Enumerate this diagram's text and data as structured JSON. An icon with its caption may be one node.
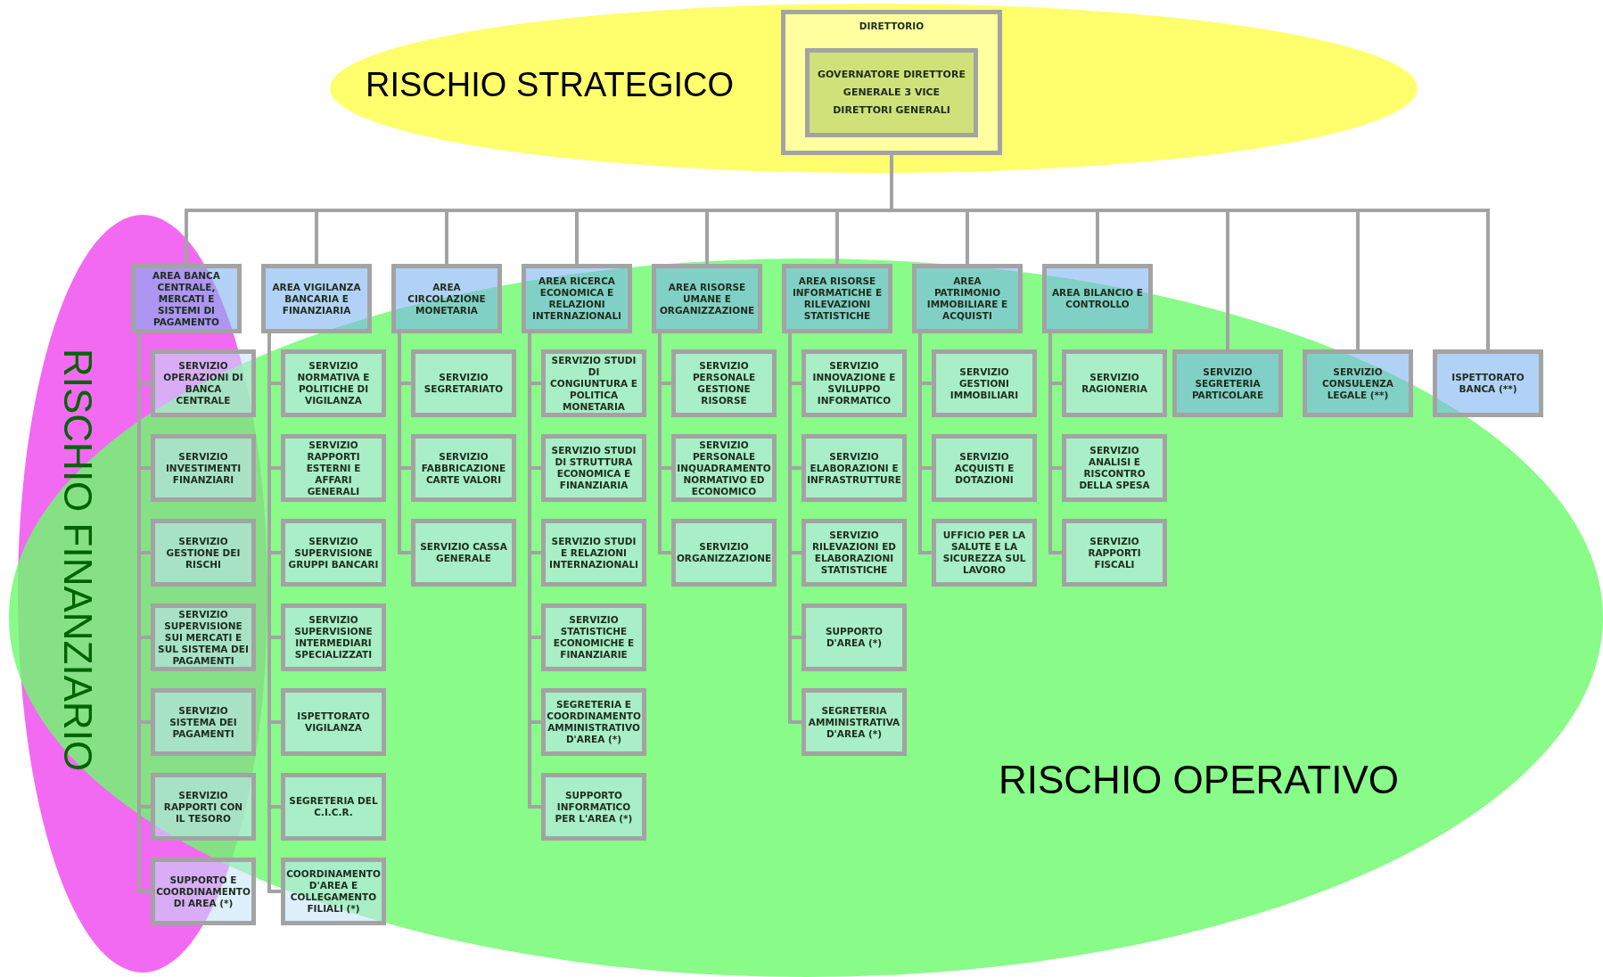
{
  "diagram": {
    "nodes": [
      {
        "text": [
          "DIRETTORIO"
        ]
      },
      {
        "text": [
          "GOVERNATORE DIRETTORE GENERALE 3 VICE DIRETTORI GENERALI"
        ],
        "in": 0
      },
      {
        "text": [
          "AREA BANCA CENTRALE, MERCATI E SISTEMI DI PAGAMENTO"
        ]
      },
      {
        "text": [
          "AREA VIGILANZA BANCARIA E FINANZIARIA"
        ]
      },
      {
        "text": [
          "AREA CIRCOLAZIONE MONETARIA"
        ]
      },
      {
        "text": [
          "AREA RICERCA ECONOMICA E RELAZIONI INTERNAZIONALI"
        ]
      },
      {
        "text": [
          "AREA RISORSE UMANE E ORGANIZZAZIONE"
        ]
      },
      {
        "text": [
          "AREA RISORSE INFORMATICHE E RILEVAZIONI STATISTICHE"
        ]
      },
      {
        "text": [
          "AREA PATRIMONIO IMMOBILIARE E ACQUISTI"
        ]
      },
      {
        "text": [
          "AREA BILANCIO E CONTROLLO"
        ]
      },
      {
        "text": [
          "SERVIZIO SEGRETERIA PARTICOLARE"
        ]
      },
      {
        "text": [
          "SERVIZIO CONSULENZA LEGALE (**)"
        ]
      },
      {
        "text": [
          "ISPETTORATO BANCA (**)"
        ]
      },
      {
        "text": [
          "SERVIZIO OPERAZIONI DI BANCA CENTRALE"
        ]
      },
      {
        "text": [
          "SERVIZIO INVESTIMENTI FINANZIARI"
        ]
      },
      {
        "text": [
          "SERVIZIO GESTIONE DEI RISCHI"
        ]
      },
      {
        "text": [
          "SERVIZIO SUPERVISIONE SUI MERCATI E SUL SISTEMA DEI PAGAMENTI"
        ]
      },
      {
        "text": [
          "SERVIZIO SISTEMA DEI PAGAMENTI"
        ]
      },
      {
        "text": [
          "SERVIZIO RAPPORTI CON IL TESORO"
        ]
      },
      {
        "text": [
          "SUPPORTO E COORDINAMENTO DI AREA (*)"
        ]
      },
      {
        "text": [
          "SERVIZIO NORMATIVA E POLITICHE DI VIGILANZA"
        ]
      },
      {
        "text": [
          "SERVIZIO RAPPORTI ESTERNI E AFFARI GENERALI"
        ]
      },
      {
        "text": [
          "SERVIZIO SUPERVISIONE GRUPPI BANCARI"
        ]
      },
      {
        "text": [
          "SERVIZIO SUPERVISIONE INTERMEDIARI SPECIALIZZATI"
        ]
      },
      {
        "text": [
          "ISPETTORATO VIGILANZA"
        ]
      },
      {
        "text": [
          "SEGRETERIA DEL C.I.C.R."
        ]
      },
      {
        "text": [
          "COORDINAMENTO D'AREA E COLLEGAMENTO FILIALI (*)"
        ]
      },
      {
        "text": [
          "SERVIZIO SEGRETARIATO"
        ]
      },
      {
        "text": [
          "SERVIZIO FABBRICAZIONE CARTE VALORI"
        ]
      },
      {
        "text": [
          "SERVIZIO CASSA GENERALE"
        ]
      },
      {
        "text": [
          "SERVIZIO STUDI DI CONGIUNTURA E POLITICA MONETARIA"
        ]
      },
      {
        "text": [
          "SERVIZIO STUDI DI STRUTTURA ECONOMICA E FINANZIARIA"
        ]
      },
      {
        "text": [
          "SERVIZIO STUDI E RELAZIONI INTERNAZIONALI"
        ]
      },
      {
        "text": [
          "SERVIZIO STATISTICHE ECONOMICHE E FINANZIARIE"
        ]
      },
      {
        "text": [
          "SEGRETERIA E COORDINAMENTO AMMINISTRATIVO D'AREA (*)"
        ]
      },
      {
        "text": [
          "SUPPORTO INFORMATICO PER L'AREA (*)"
        ]
      },
      {
        "text": [
          "SERVIZIO PERSONALE GESTIONE RISORSE"
        ]
      },
      {
        "text": [
          "SERVIZIO PERSONALE INQUADRAMENTO NORMATIVO ED ECONOMICO"
        ]
      },
      {
        "text": [
          "SERVIZIO ORGANIZZAZIONE"
        ]
      },
      {
        "text": [
          "SERVIZIO INNOVAZIONE E SVILUPPO INFORMATICO"
        ]
      },
      {
        "text": [
          "SERVIZIO ELABORAZIONI E INFRASTRUTTURE"
        ]
      },
      {
        "text": [
          "SERVIZIO RILEVAZIONI ED ELABORAZIONI STATISTICHE"
        ]
      },
      {
        "text": [
          "SUPPORTO D'AREA (*)"
        ]
      },
      {
        "text": [
          "SEGRETERIA AMMINISTRATIVA D'AREA (*)"
        ]
      },
      {
        "text": [
          "SERVIZIO GESTIONI IMMOBILIARI"
        ]
      },
      {
        "text": [
          "SERVIZIO ACQUISTI E DOTAZIONI"
        ]
      },
      {
        "text": [
          "UFFICIO PER LA SALUTE E LA SICUREZZA SUL LAVORO"
        ]
      },
      {
        "text": [
          "SERVIZIO RAGIONERIA"
        ]
      },
      {
        "text": [
          "SERVIZIO ANALISI E RISCONTRO DELLA SPESA"
        ]
      },
      {
        "text": [
          "SERVIZIO RAPPORTI FISCALI"
        ]
      }
    ],
    "edges": [
      {
        "from": 0,
        "to": 2,
        "arrow": "none"
      },
      {
        "from": 0,
        "to": 3,
        "arrow": "none"
      },
      {
        "from": 0,
        "to": 4,
        "arrow": "none"
      },
      {
        "from": 0,
        "to": 5,
        "arrow": "none"
      },
      {
        "from": 0,
        "to": 6,
        "arrow": "none"
      },
      {
        "from": 0,
        "to": 7,
        "arrow": "none"
      },
      {
        "from": 0,
        "to": 8,
        "arrow": "none"
      },
      {
        "from": 0,
        "to": 9,
        "arrow": "none"
      },
      {
        "from": 0,
        "to": 10,
        "arrow": "none"
      },
      {
        "from": 0,
        "to": 11,
        "arrow": "none"
      },
      {
        "from": 0,
        "to": 12,
        "arrow": "none"
      },
      {
        "from": 2,
        "to": 13,
        "arrow": "none"
      },
      {
        "from": 2,
        "to": 14,
        "arrow": "none"
      },
      {
        "from": 2,
        "to": 15,
        "arrow": "none"
      },
      {
        "from": 2,
        "to": 16,
        "arrow": "none"
      },
      {
        "from": 2,
        "to": 17,
        "arrow": "none"
      },
      {
        "from": 2,
        "to": 18,
        "arrow": "none"
      },
      {
        "from": 2,
        "to": 19,
        "arrow": "none"
      },
      {
        "from": 3,
        "to": 20,
        "arrow": "none"
      },
      {
        "from": 3,
        "to": 21,
        "arrow": "none"
      },
      {
        "from": 3,
        "to": 22,
        "arrow": "none"
      },
      {
        "from": 3,
        "to": 23,
        "arrow": "none"
      },
      {
        "from": 3,
        "to": 24,
        "arrow": "none"
      },
      {
        "from": 3,
        "to": 25,
        "arrow": "none"
      },
      {
        "from": 3,
        "to": 26,
        "arrow": "none"
      },
      {
        "from": 4,
        "to": 27,
        "arrow": "none"
      },
      {
        "from": 4,
        "to": 28,
        "arrow": "none"
      },
      {
        "from": 4,
        "to": 29,
        "arrow": "none"
      },
      {
        "from": 5,
        "to": 30,
        "arrow": "none"
      },
      {
        "from": 5,
        "to": 31,
        "arrow": "none"
      },
      {
        "from": 5,
        "to": 32,
        "arrow": "none"
      },
      {
        "from": 5,
        "to": 33,
        "arrow": "none"
      },
      {
        "from": 5,
        "to": 34,
        "arrow": "none"
      },
      {
        "from": 5,
        "to": 35,
        "arrow": "none"
      },
      {
        "from": 6,
        "to": 36,
        "arrow": "none"
      },
      {
        "from": 6,
        "to": 37,
        "arrow": "none"
      },
      {
        "from": 6,
        "to": 38,
        "arrow": "none"
      },
      {
        "from": 7,
        "to": 39,
        "arrow": "none"
      },
      {
        "from": 7,
        "to": 40,
        "arrow": "none"
      },
      {
        "from": 7,
        "to": 41,
        "arrow": "none"
      },
      {
        "from": 7,
        "to": 42,
        "arrow": "none"
      },
      {
        "from": 7,
        "to": 43,
        "arrow": "none"
      },
      {
        "from": 8,
        "to": 44,
        "arrow": "none"
      },
      {
        "from": 8,
        "to": 45,
        "arrow": "none"
      },
      {
        "from": 8,
        "to": 46,
        "arrow": "none"
      },
      {
        "from": 9,
        "to": 47,
        "arrow": "none"
      },
      {
        "from": 9,
        "to": 48,
        "arrow": "none"
      },
      {
        "from": 9,
        "to": 49,
        "arrow": "none"
      }
    ],
    "labels": [
      "RISCHIO STRATEGICO",
      "RISCHIO FINANZIARIO",
      "RISCHIO OPERATIVO"
    ]
  }
}
